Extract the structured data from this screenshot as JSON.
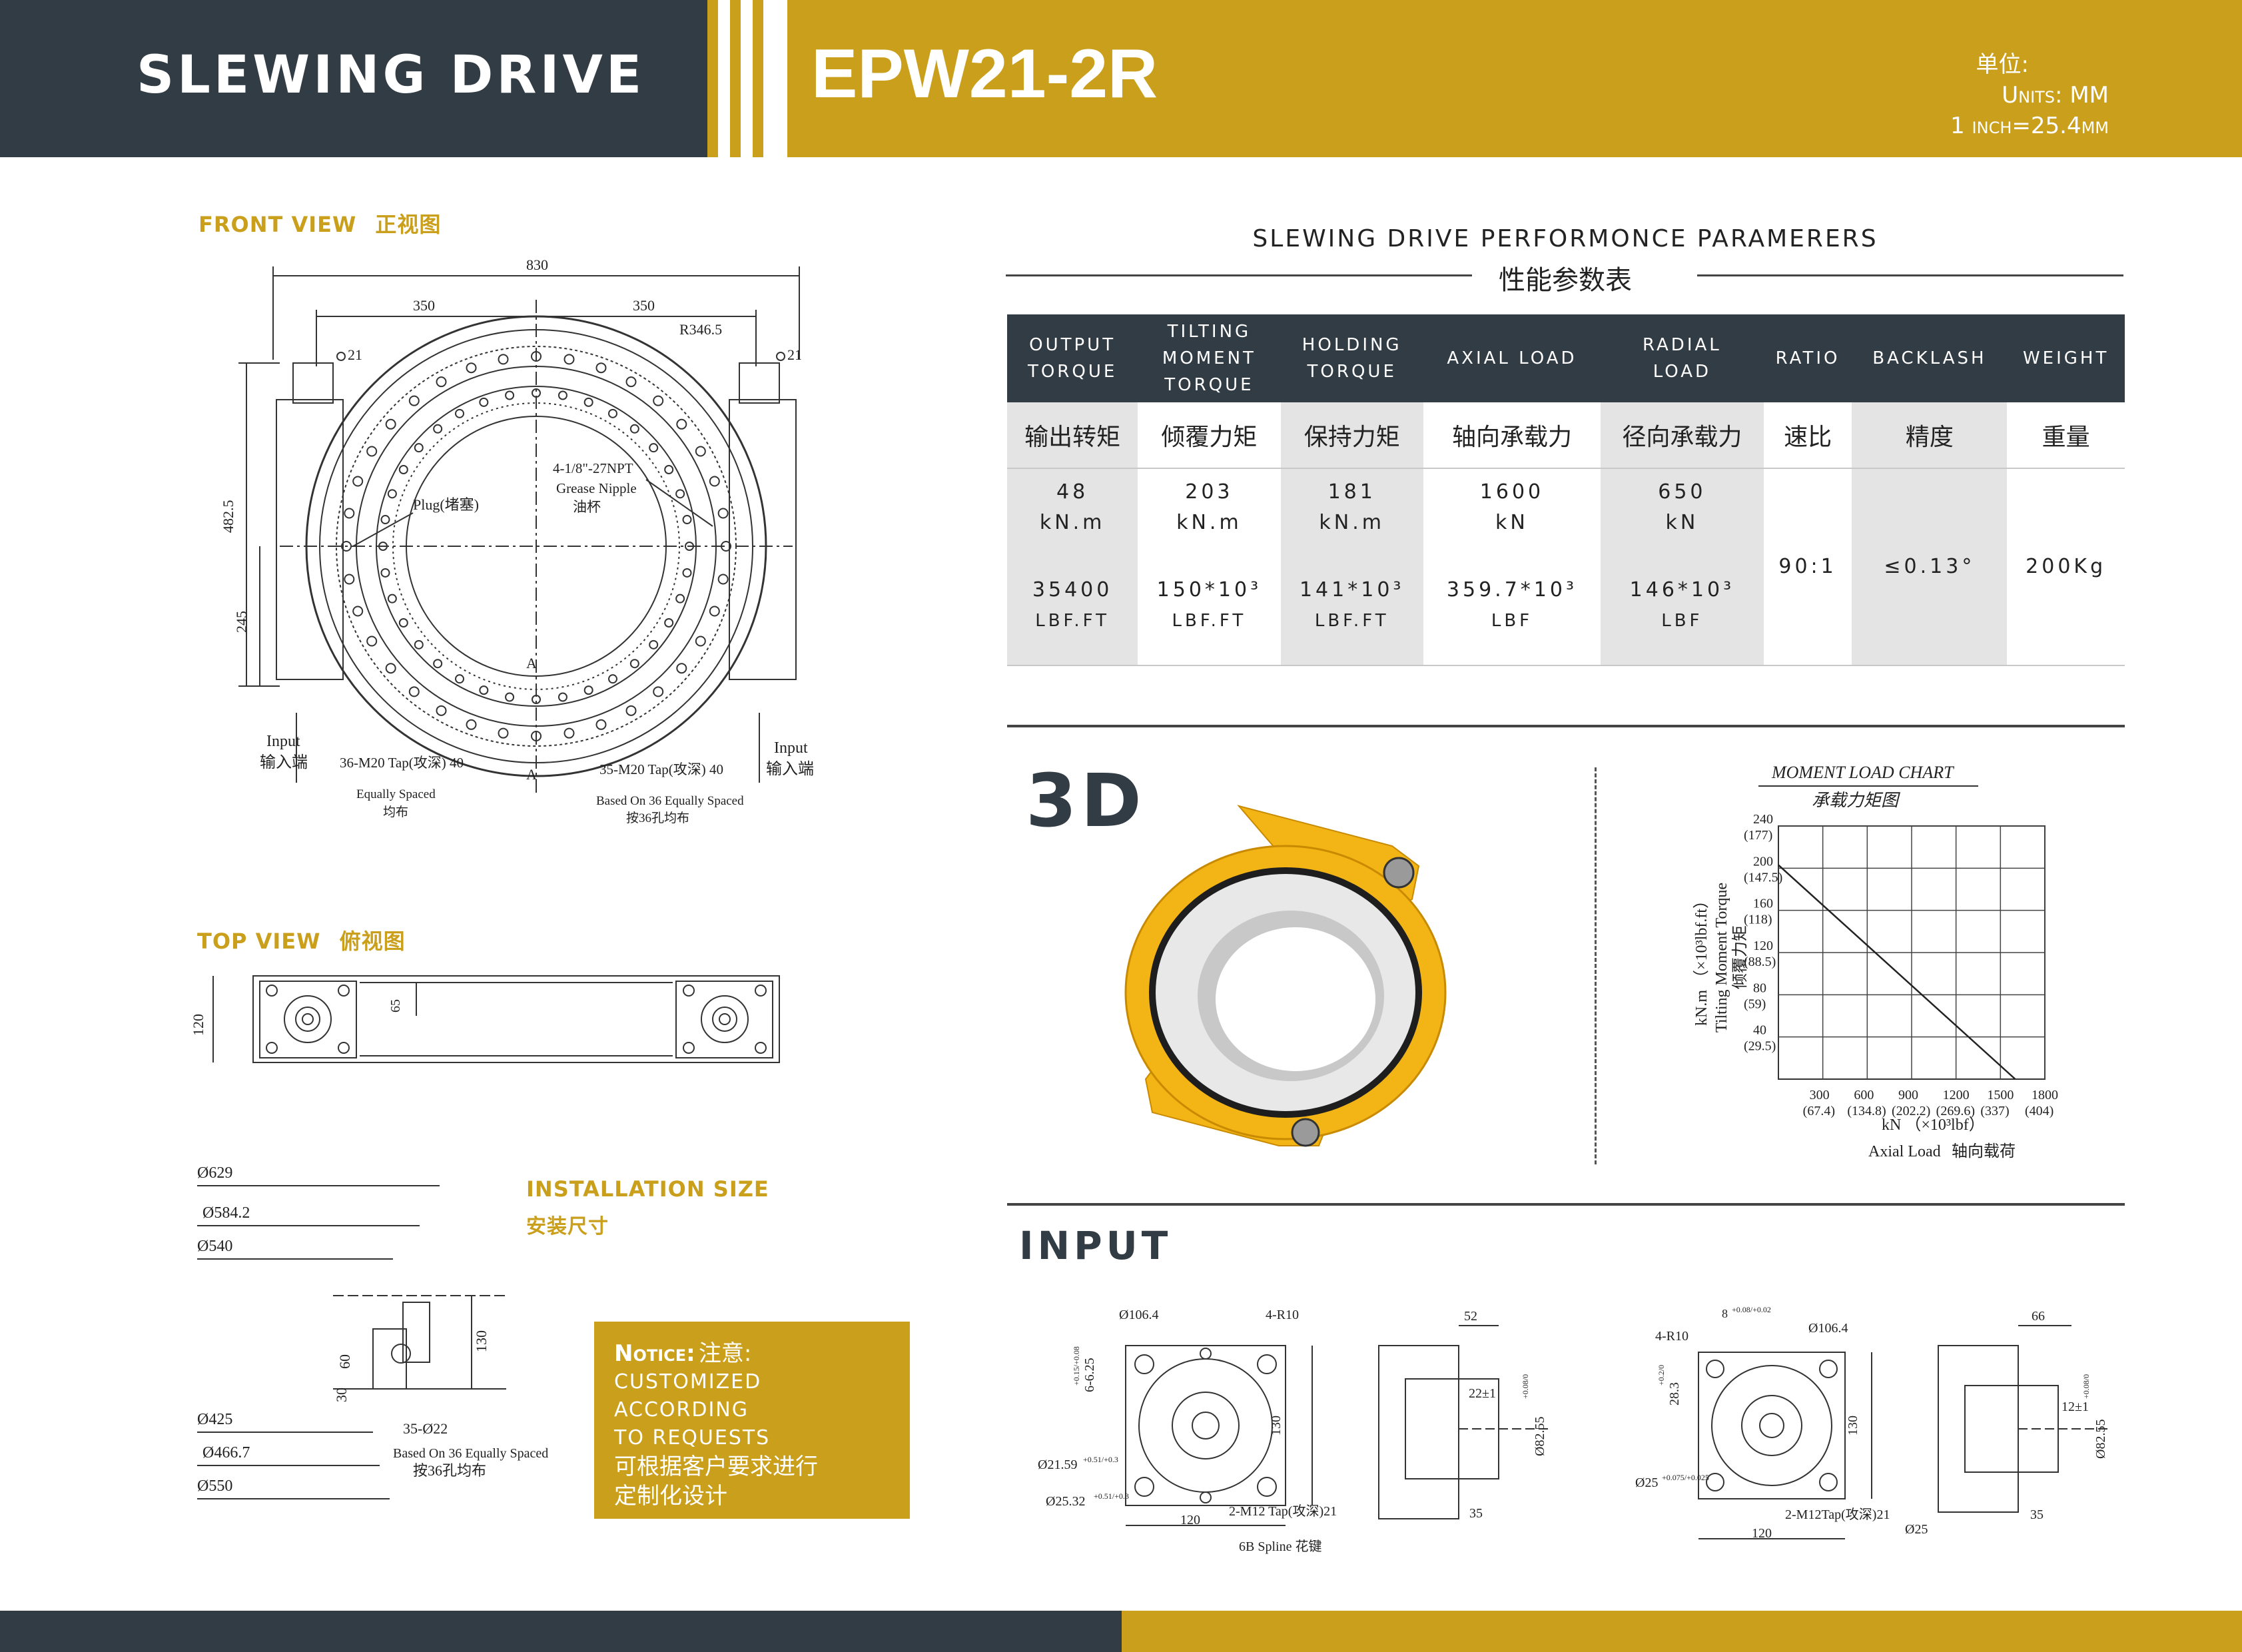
{
  "header": {
    "category": "SLEWING DRIVE",
    "model": "EPW21-2R",
    "units_cn": "单位:",
    "units_en": "Units:",
    "units_val": "MM",
    "conversion": "1 inch=25.4mm"
  },
  "sections": {
    "front_view": "FRONT VIEW",
    "front_view_cn": "正视图",
    "top_view": "TOP VIEW",
    "top_view_cn": "俯视图",
    "installation": "INSTALLATION SIZE",
    "installation_cn": "安装尺寸",
    "three_d": "3D",
    "input": "INPUT"
  },
  "performance": {
    "title": "Slewing Drive Performonce Paramerers",
    "title_cn": "性能参数表",
    "headers": [
      {
        "line1": "Output",
        "line2": "Torque",
        "line3": ""
      },
      {
        "line1": "Tilting",
        "line2": "Moment",
        "line3": "Torque"
      },
      {
        "line1": "Holding",
        "line2": "Torque",
        "line3": ""
      },
      {
        "line1": "Axial Load",
        "line2": "",
        "line3": ""
      },
      {
        "line1": "Radial",
        "line2": "Load",
        "line3": ""
      },
      {
        "line1": "Ratio",
        "line2": "",
        "line3": ""
      },
      {
        "line1": "Backlash",
        "line2": "",
        "line3": ""
      },
      {
        "line1": "Weight",
        "line2": "",
        "line3": ""
      }
    ],
    "headers_cn": [
      "输出转矩",
      "倾覆力矩",
      "保持力矩",
      "轴向承载力",
      "径向承载力",
      "速比",
      "精度",
      "重量"
    ],
    "metric": [
      {
        "v": "48",
        "u": "kN.m"
      },
      {
        "v": "203",
        "u": "kN.m"
      },
      {
        "v": "181",
        "u": "kN.m"
      },
      {
        "v": "1600",
        "u": "kN"
      },
      {
        "v": "650",
        "u": "kN"
      }
    ],
    "imperial": [
      {
        "v": "35400",
        "u": "lbf.ft"
      },
      {
        "v": "150*10³",
        "u": "lbf.ft"
      },
      {
        "v": "141*10³",
        "u": "lbf.ft"
      },
      {
        "v": "359.7*10³",
        "u": "lbf"
      },
      {
        "v": "146*10³",
        "u": "lbf"
      }
    ],
    "ratio": "90:1",
    "backlash": "≤0.13°",
    "weight": "200Kg"
  },
  "front_dims": {
    "d830": "830",
    "d350a": "350",
    "d350b": "350",
    "r3465": "R346.5",
    "d21a": "21",
    "d21b": "21",
    "d4825": "482.5",
    "d245": "245",
    "npt": "4-1/8\"-27NPT",
    "grease": "Grease Nipple",
    "grease_cn": "油杯",
    "plug": "Plug(堵塞)",
    "input_l": "Input",
    "input_l_cn": "输入端",
    "input_r": "Input",
    "input_r_cn": "输入端",
    "tap36": "36-M20 Tap(攻深) 40",
    "eq": "Equally Spaced",
    "eq_cn": "均布",
    "tap35": "35-M20 Tap(攻深) 40",
    "based": "Based On 36 Equally Spaced",
    "based_cn": "按36孔均布",
    "aTop": "A",
    "aBot": "A"
  },
  "top_dims": {
    "d120": "120",
    "d65": "65"
  },
  "install_dims": {
    "d629": "Ø629",
    "d5842": "Ø584.2",
    "d540": "Ø540",
    "d425": "Ø425",
    "d4667": "Ø466.7",
    "d550": "Ø550",
    "d60": "60",
    "d30": "30",
    "d130": "130",
    "d22": "35-Ø22",
    "based": "Based On 36 Equally Spaced",
    "based_cn": "按36孔均布"
  },
  "notice": {
    "heading": "Notice:",
    "heading_cn": "注意:",
    "line1": "Customized According",
    "line2": "To Requests",
    "cn1": "可根据客户要求进行",
    "cn2": "定制化设计"
  },
  "chart_data": {
    "type": "line",
    "title": "MOMENT LOAD CHART",
    "title_cn": "承载力矩图",
    "ylabel": "Tilting Moment Torque",
    "ylabel_cn": "倾覆力矩",
    "ylabel_unit": "kN.m （×10³lbf.ft）",
    "xlabel_unit": "kN （×10³lbf）",
    "xlabel": "Axial Load",
    "xlabel_cn": "轴向载荷",
    "x_ticks": [
      "300",
      "600",
      "900",
      "1200",
      "1500",
      "1800"
    ],
    "x_ticks_sub": [
      "(67.4)",
      "(134.8)",
      "(202.2)",
      "(269.6)",
      "(337)",
      "(404)"
    ],
    "y_ticks": [
      "40",
      "80",
      "120",
      "160",
      "200",
      "240"
    ],
    "y_ticks_sub": [
      "(29.5)",
      "(59)",
      "(88.5)",
      "(118)",
      "(147.5)",
      "(177)"
    ],
    "xlim": [
      0,
      1800
    ],
    "ylim": [
      0,
      240
    ],
    "grid": true,
    "series": [
      {
        "x": [
          0,
          1600
        ],
        "y": [
          203,
          0
        ]
      }
    ]
  },
  "input_dims": {
    "a1064": "Ø106.4",
    "a4r10": "4-R10",
    "a625": "6-6.25",
    "a625tol": "+0.15/+0.08",
    "a130": "130",
    "a2159": "Ø21.59",
    "a2532": "Ø25.32",
    "a2532tol": "+0.51/+0.3",
    "a2159tol": "+0.51/+0.3",
    "am12": "2-M12 Tap(攻深)21",
    "a120": "120",
    "spline": "6B Spline 花键",
    "a52": "52",
    "a22": "22±1",
    "a8255": "Ø82.55",
    "a35": "35",
    "b4r10": "4-R10",
    "b8": "8",
    "b8tol": "+0.08/+0.02",
    "b1064": "Ø106.4",
    "b283": "28.3",
    "b283tol": "+0.2/0",
    "b130": "130",
    "b25": "Ø25",
    "b25tol": "+0.075/+0.025",
    "bm12": "2-M12Tap(攻深)21",
    "b120": "120",
    "b25b": "Ø25",
    "b66": "66",
    "b12": "12±1",
    "b8255": "Ø82.55",
    "b35": "35",
    "tol8255": "+0.08/0"
  },
  "colors": {
    "dark": "#323c45",
    "gold": "#ca9f1c",
    "yellow_part": "#f3b415"
  }
}
